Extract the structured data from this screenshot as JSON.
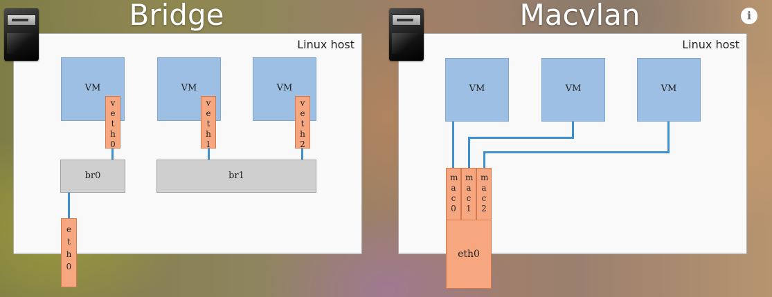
{
  "bridge": {
    "title": "Bridge",
    "host_label": "Linux host",
    "vms": [
      "VM",
      "VM",
      "VM"
    ],
    "veths": [
      "veth0",
      "veth1",
      "veth2"
    ],
    "bridges": [
      "br0",
      "br1"
    ],
    "uplink": "eth0"
  },
  "macvlan": {
    "title": "Macvlan",
    "host_label": "Linux host",
    "vms": [
      "VM",
      "VM",
      "VM"
    ],
    "macs": [
      "mac0",
      "mac1",
      "mac2"
    ],
    "uplink": "eth0"
  },
  "info_icon": {
    "glyph": "i"
  },
  "colors": {
    "vm": "#9dbfe3",
    "vnic": "#f6a77f",
    "bridge": "#cfcfcf",
    "wire": "#3d8fd0",
    "host": "#f9f9f9"
  }
}
